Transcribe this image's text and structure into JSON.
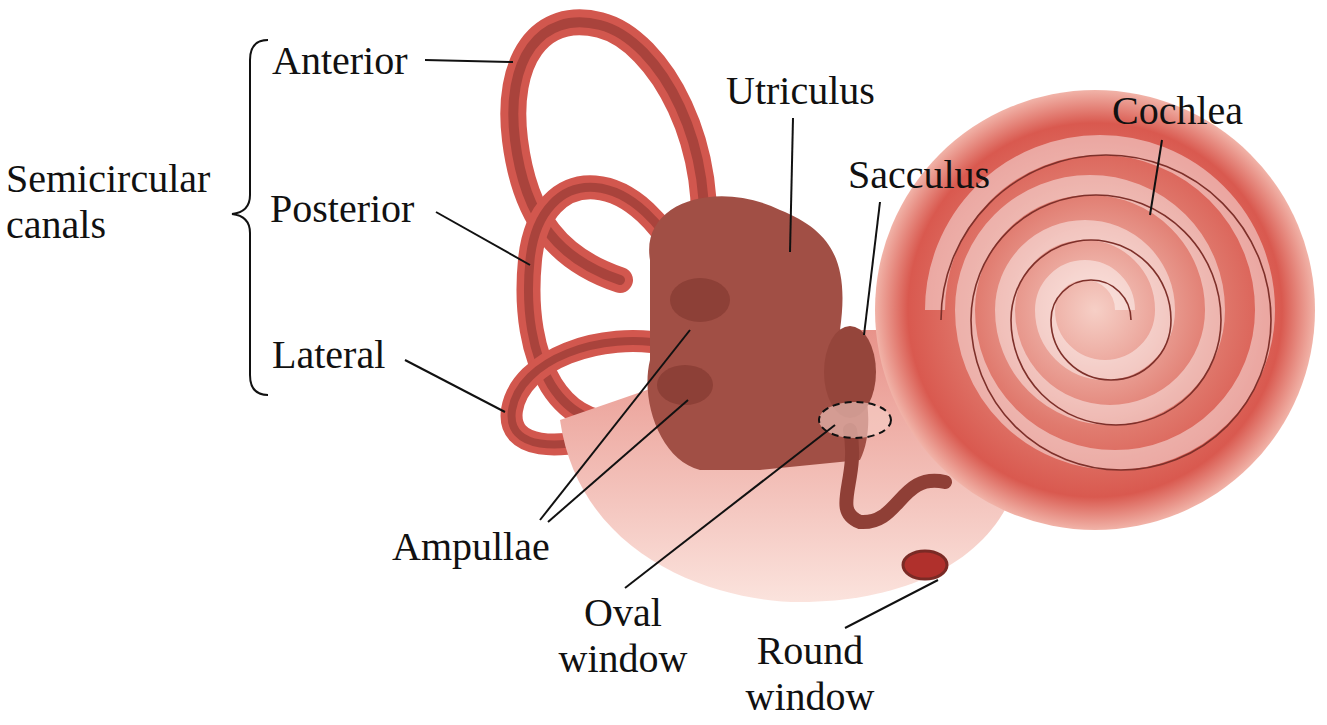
{
  "diagram": {
    "labels": [
      "Anterior",
      "Semicircular canals",
      "Posterior",
      "Lateral",
      "Utriculus",
      "Sacculus",
      "Cochlea",
      "Ampullae",
      "Oval window",
      "Round window"
    ]
  }
}
